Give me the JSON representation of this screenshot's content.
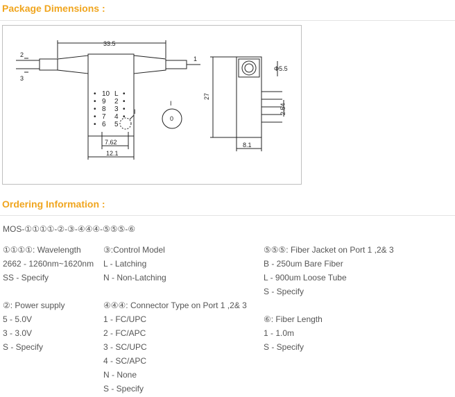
{
  "package": {
    "title": "Package Dimensions :",
    "drawing": {
      "dim_length": "33.5",
      "dim_height": "27",
      "dim_width": "8.1",
      "dim_dia": "Φ5.5",
      "dim_pitch": "2.54",
      "dim_pin_span": "7.62",
      "dim_base": "12.1",
      "port1": "1",
      "port2": "2",
      "port3": "3",
      "label_i": "I",
      "label_i2": "I",
      "label_0": "0",
      "pins_left": [
        "10",
        "9",
        "8",
        "7",
        "6"
      ],
      "pins_right": [
        "L",
        "2",
        "3",
        "4",
        "5"
      ]
    }
  },
  "ordering": {
    "title": "Ordering Information :",
    "code": "MOS-①①①①-②-③-④④④-⑤⑤⑤-⑥",
    "col1": {
      "block1_head": "①①①①: Wavelength",
      "block1_items": [
        "2662 - 1260nm~1620nm",
        "SS - Specify"
      ],
      "block2_head": "②: Power supply",
      "block2_items": [
        "5 - 5.0V",
        "3 - 3.0V",
        "S - Specify"
      ]
    },
    "col2": {
      "block1_head": "③:Control Model",
      "block1_items": [
        "L - Latching",
        "N - Non-Latching"
      ],
      "block2_head": "④④④: Connector Type on Port 1 ,2& 3",
      "block2_items": [
        "1 - FC/UPC",
        "2 - FC/APC",
        "3 - SC/UPC",
        "4 - SC/APC",
        "N - None",
        "S - Specify"
      ]
    },
    "col3": {
      "block1_head": "⑤⑤⑤: Fiber Jacket on Port 1 ,2& 3",
      "block1_items": [
        "B - 250um Bare Fiber",
        "L - 900um Loose Tube",
        "S - Specify"
      ],
      "block2_head": "⑥: Fiber Length",
      "block2_items": [
        "1 - 1.0m",
        "S - Specify"
      ]
    }
  }
}
